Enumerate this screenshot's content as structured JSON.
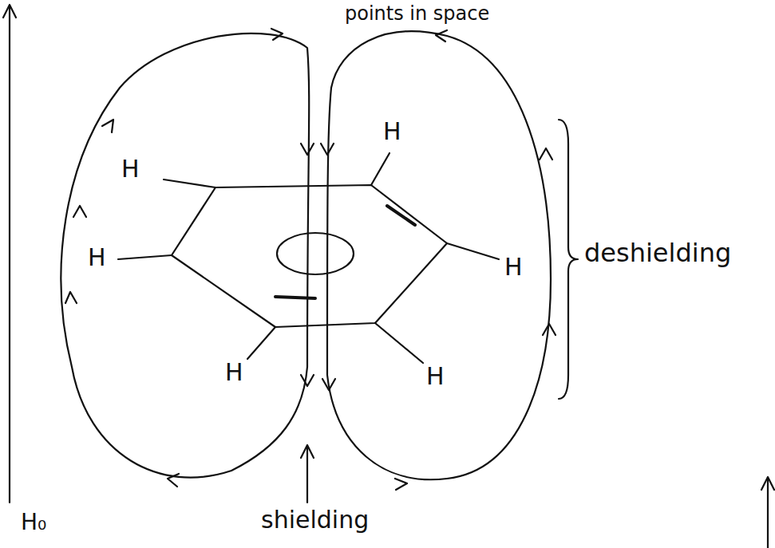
{
  "diagram": {
    "labels": [
      "points in space",
      "H",
      "H",
      "H",
      "H",
      "deshielding",
      "H",
      "H",
      "shielding",
      "H₀"
    ]
  }
}
